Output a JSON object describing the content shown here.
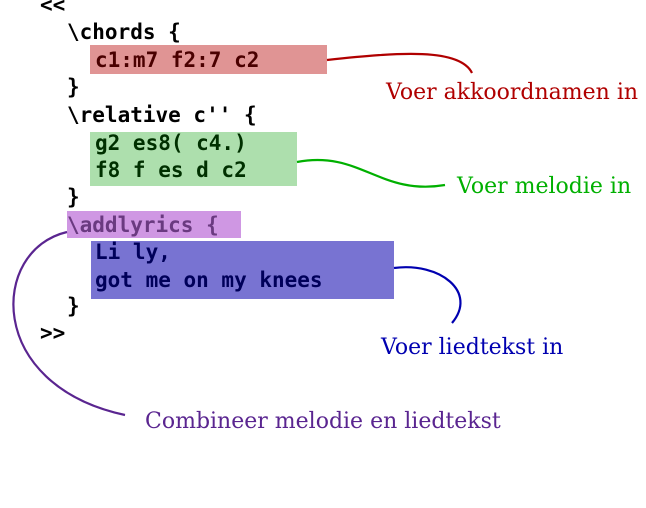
{
  "code": {
    "open": "<<",
    "chords_open": "\\chords {",
    "chords_body": "c1:m7 f2:7 c2",
    "close1": "}",
    "relative_open": "\\relative c'' {",
    "melody_line1": "g2 es8( c4.)",
    "melody_line2": "f8 f es d c2",
    "close2": "}",
    "addlyrics_open": "\\addlyrics {",
    "lyrics_line1": "Li ly,",
    "lyrics_line2": "got me on my knees",
    "close3": "}",
    "close_all": ">>"
  },
  "labels": {
    "chords": "Voer akkoordnamen in",
    "melody": "Voer melodie in",
    "lyrics": "Voer liedtekst in",
    "combine": "Combineer melodie en liedtekst"
  },
  "colors": {
    "chords": "#b00000",
    "melody": "#00b000",
    "lyrics": "#0000b0",
    "combine": "#5a2590"
  }
}
